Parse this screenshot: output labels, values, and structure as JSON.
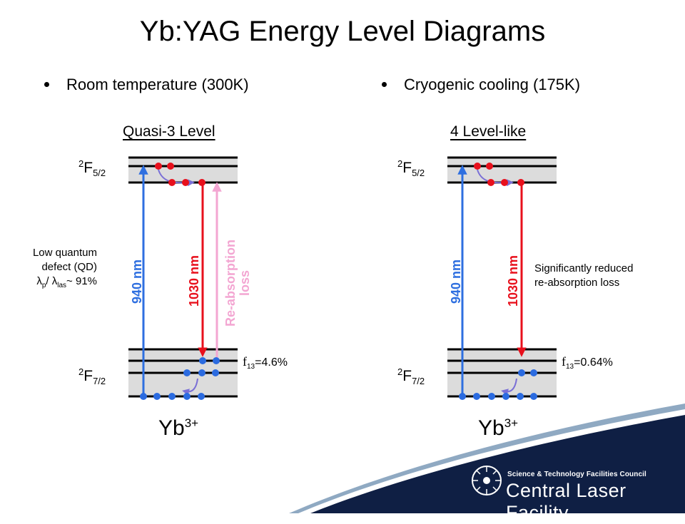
{
  "title": "Yb:YAG Energy Level Diagrams",
  "left": {
    "bullet": "Room temperature (300K)",
    "panel_title": "Quasi-3 Level",
    "upper_level": {
      "main": "F",
      "sup": "2",
      "sub": "5/2"
    },
    "lower_level": {
      "main": "F",
      "sup": "2",
      "sub": "7/2"
    },
    "pump_label": "940 nm",
    "laser_label": "1030 nm",
    "reabsorption_label_line1": "Re-absorption",
    "reabsorption_label_line2": "loss",
    "fraction": {
      "symbol": "f",
      "sub": "13",
      "value": "=4.6%"
    },
    "ion": {
      "main": "Yb",
      "sup": "3+"
    },
    "qd_note": {
      "line1": "Low quantum",
      "line2": "defect (QD)",
      "lambda": "λ",
      "sub_p": "p",
      "slash": "/ ",
      "sub_las": "las",
      "value": "~ 91%"
    }
  },
  "right": {
    "bullet": "Cryogenic cooling (175K)",
    "panel_title": "4 Level-like",
    "upper_level": {
      "main": "F",
      "sup": "2",
      "sub": "5/2"
    },
    "lower_level": {
      "main": "F",
      "sup": "2",
      "sub": "7/2"
    },
    "pump_label": "940 nm",
    "laser_label": "1030 nm",
    "fraction": {
      "symbol": "f",
      "sub": "13",
      "value": "=0.64%"
    },
    "ion": {
      "main": "Yb",
      "sup": "3+"
    },
    "note_line1": "Significantly reduced",
    "note_line2": "re-absorption loss"
  },
  "logo": {
    "council": "Science & Technology Facilities Council",
    "facility": "Central Laser Facility"
  },
  "colors": {
    "pump": "#2e6fe0",
    "laser": "#e8101c",
    "reabsorption": "#f3a6d2",
    "ion_dot_red": "#e8101c",
    "ion_dot_blue": "#2b6be0",
    "relax_arrow": "#7a6fd6",
    "band_fill": "#dcdcdc",
    "logo_navy": "#0f1f44",
    "logo_stripe": "#8fa9c2"
  }
}
